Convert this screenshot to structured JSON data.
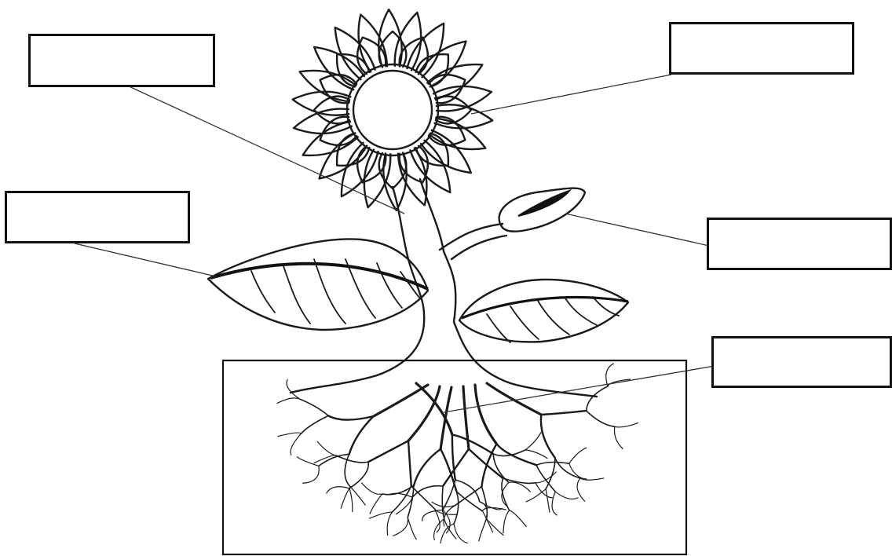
{
  "diagram": {
    "label_boxes": [
      {
        "id": "box-top-left",
        "text": ""
      },
      {
        "id": "box-top-right",
        "text": ""
      },
      {
        "id": "box-middle-left",
        "text": ""
      },
      {
        "id": "box-middle-right",
        "text": ""
      },
      {
        "id": "box-bottom-right",
        "text": ""
      }
    ],
    "icons": [
      "flower-head",
      "leaf",
      "stem",
      "bud",
      "roots",
      "soil-box"
    ]
  }
}
